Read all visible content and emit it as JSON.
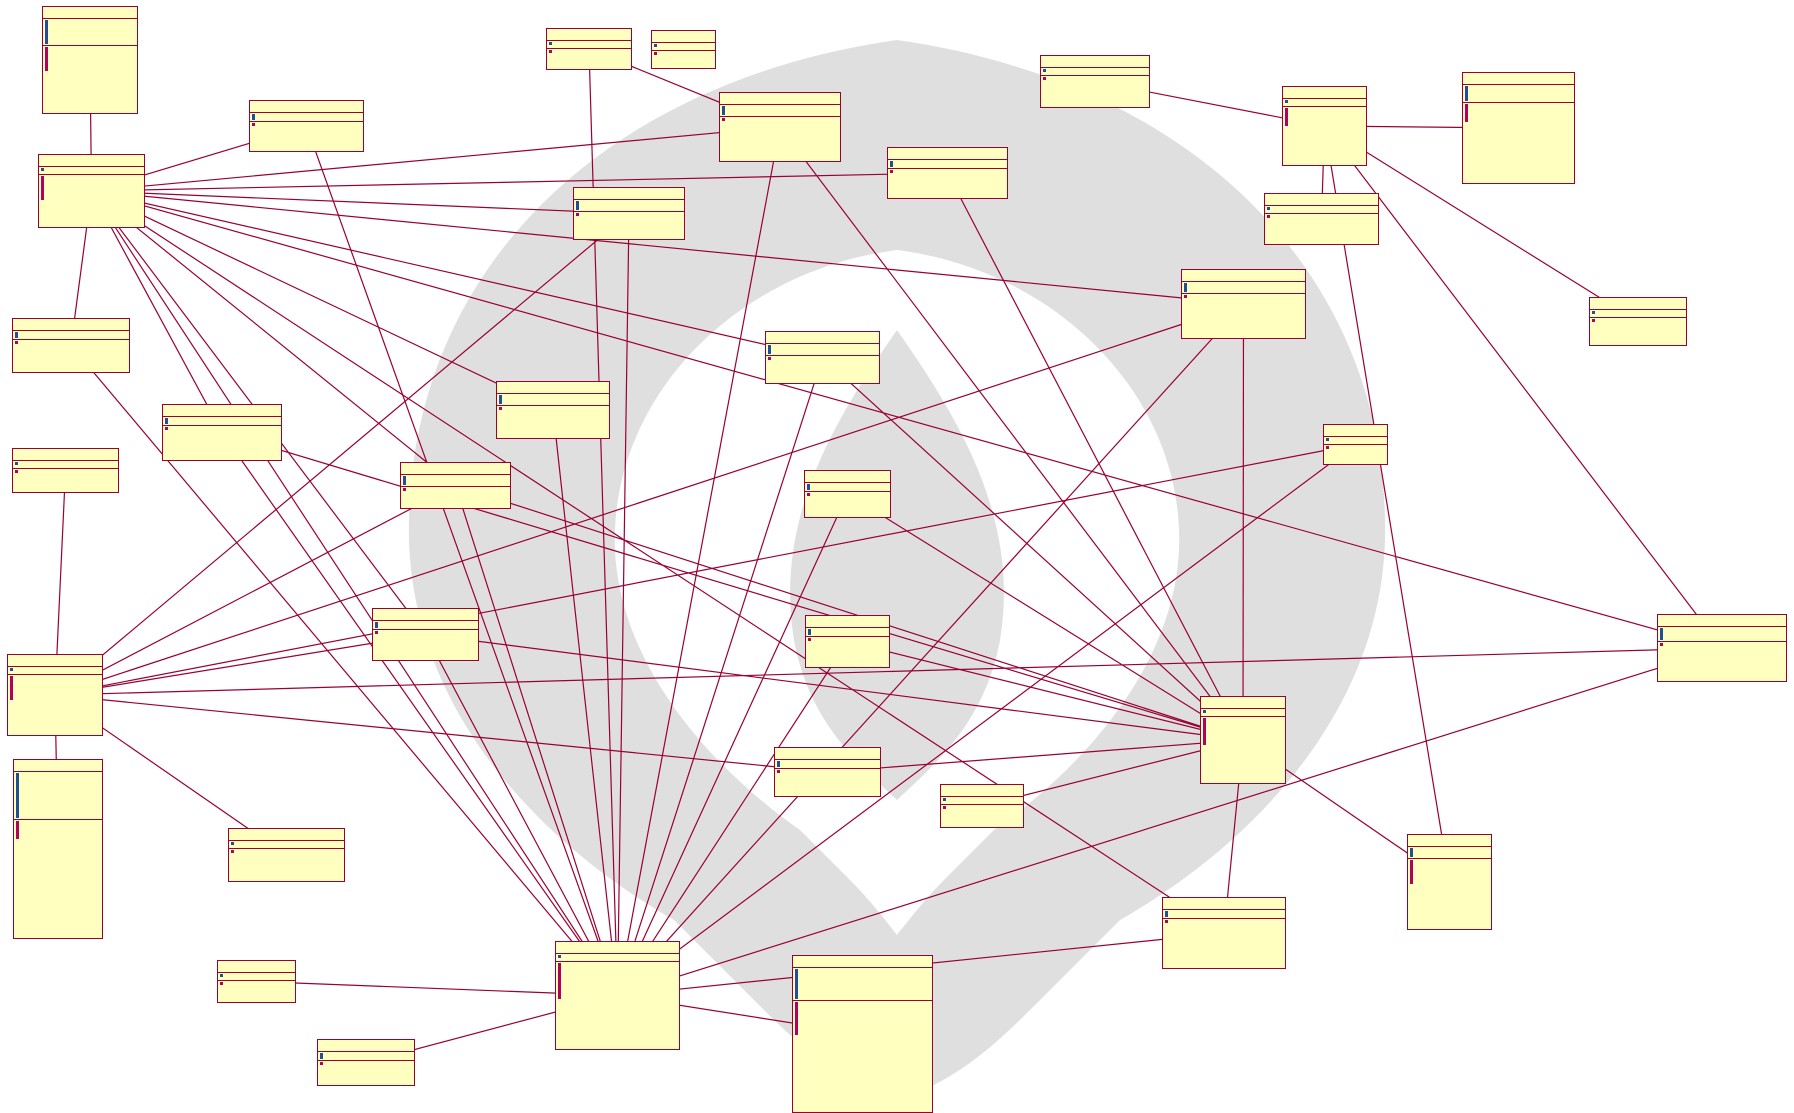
{
  "diagram": {
    "type": "uml-class-diagram",
    "colors": {
      "box_fill": "#ffffc0",
      "box_border": "#990033",
      "edge": "#990033",
      "field_icon": "#1e4f9c",
      "method_icon": "#b00060",
      "watermark": "#9a9a9a"
    },
    "watermark": {
      "text": "",
      "icon": "university-seal-icon"
    },
    "multiplicity": "",
    "classes": [
      {
        "id": "mahasiswa",
        "stereotype": "",
        "name": "",
        "attrs": [
          "",
          "",
          "",
          "",
          "",
          "",
          "",
          ""
        ],
        "methods": [
          "",
          "",
          "",
          "",
          "",
          "",
          "",
          ""
        ]
      },
      {
        "id": "mahasiswa-dao",
        "stereotype": "",
        "name": "",
        "attrs": [
          ""
        ],
        "methods": [
          "",
          "",
          "",
          "",
          "",
          "",
          "",
          ""
        ]
      },
      {
        "id": "mengganti-password",
        "stereotype": "",
        "name": "",
        "attrs": [
          "",
          ""
        ],
        "methods": [
          ""
        ]
      },
      {
        "id": "cek-mhs-pengajuan",
        "stereotype": "",
        "name": "",
        "attrs": [
          "",
          ""
        ],
        "methods": [
          ""
        ]
      },
      {
        "id": "cek-mhs-pengajuan-prodi",
        "stereotype": "",
        "name": "",
        "attrs": [
          "",
          ""
        ],
        "methods": [
          ""
        ]
      },
      {
        "id": "cek-status-pembatalan",
        "stereotype": "",
        "name": "",
        "attrs": [
          ""
        ],
        "methods": [
          ""
        ]
      },
      {
        "id": "pembatalan-dao",
        "stereotype": "",
        "name": "",
        "attrs": [
          ""
        ],
        "methods": [
          "",
          "",
          "",
          "",
          "",
          "",
          "",
          ""
        ]
      },
      {
        "id": "pembatalan",
        "stereotype": "",
        "name": "",
        "attrs": [
          "",
          "",
          "",
          "",
          "",
          "",
          "",
          "",
          "",
          "",
          "",
          "",
          "",
          "",
          ""
        ],
        "methods": [
          "",
          "",
          "",
          "",
          "",
          ""
        ]
      },
      {
        "id": "jenis-pembatalan",
        "stereotype": "",
        "name": "",
        "attrs": [
          ""
        ],
        "methods": [
          ""
        ]
      },
      {
        "id": "mahasiswa-ctrl",
        "stereotype": "",
        "name": "",
        "attrs": [
          ""
        ],
        "methods": [
          ""
        ]
      },
      {
        "id": "kuis-ctrl",
        "stereotype": "",
        "name": "",
        "attrs": [
          ""
        ],
        "methods": [
          ""
        ]
      },
      {
        "id": "pengajuan-ta-menu",
        "stereotype": "",
        "name": "",
        "attrs": [
          "",
          "",
          ""
        ],
        "methods": [
          ""
        ]
      },
      {
        "id": "menu",
        "stereotype": "",
        "name": "",
        "attrs": [
          "",
          ""
        ],
        "methods": [
          ""
        ]
      },
      {
        "id": "cek-mhs-pembatalan",
        "stereotype": "",
        "name": "",
        "attrs": [
          "",
          "",
          ""
        ],
        "methods": [
          ""
        ]
      },
      {
        "id": "cek-mhs-ta",
        "stereotype": "",
        "name": "",
        "attrs": [
          "",
          "",
          ""
        ],
        "methods": [
          ""
        ]
      },
      {
        "id": "cek-mhs-ta-prodi",
        "stereotype": "",
        "name": "",
        "attrs": [
          "",
          "",
          ""
        ],
        "methods": [
          ""
        ]
      },
      {
        "id": "verifikasi-pembatalan",
        "stereotype": "",
        "name": "",
        "attrs": [
          "",
          "",
          ""
        ],
        "methods": [
          ""
        ]
      },
      {
        "id": "penjadwalan-mhs-yudisium",
        "stereotype": "",
        "name": "",
        "attrs": [
          "",
          ""
        ],
        "methods": [
          ""
        ]
      },
      {
        "id": "cek-mhs-pembatalan-prodi",
        "stereotype": "",
        "name": "",
        "attrs": [
          "",
          ""
        ],
        "methods": [
          ""
        ]
      },
      {
        "id": "cek-status-ta",
        "stereotype": "",
        "name": "",
        "attrs": [
          "",
          ""
        ],
        "methods": [
          ""
        ]
      },
      {
        "id": "cek-mhs-pembatalan-ta",
        "stereotype": "",
        "name": "",
        "attrs": [
          "",
          ""
        ],
        "methods": [
          ""
        ]
      },
      {
        "id": "jadwal-dosen",
        "stereotype": "",
        "name": "",
        "attrs": [
          ""
        ],
        "methods": [
          ""
        ]
      },
      {
        "id": "ubah-detail-kategori",
        "stereotype": "",
        "name": "",
        "attrs": [
          ""
        ],
        "methods": [
          ""
        ]
      },
      {
        "id": "kategori-ctrl",
        "stereotype": "",
        "name": "",
        "attrs": [
          ""
        ],
        "methods": [
          "",
          "",
          "",
          "",
          "",
          ""
        ]
      },
      {
        "id": "kategori",
        "stereotype": "",
        "name": "",
        "attrs": [
          "",
          "",
          "",
          "",
          ""
        ],
        "methods": [
          "",
          "",
          "",
          "",
          "",
          ""
        ]
      },
      {
        "id": "cek-mhs-kategori",
        "stereotype": "",
        "name": "",
        "attrs": [
          ""
        ],
        "methods": [
          ""
        ]
      },
      {
        "id": "ubah-pembatalan-prodi",
        "stereotype": "",
        "name": "",
        "attrs": [
          "",
          "",
          ""
        ],
        "methods": [
          ""
        ]
      },
      {
        "id": "ubah-detail-kategori-dosen",
        "stereotype": "",
        "name": "",
        "attrs": [
          ""
        ],
        "methods": [
          ""
        ]
      },
      {
        "id": "isi-tanggal-batas",
        "stereotype": "",
        "name": "",
        "attrs": [
          ""
        ],
        "methods": [
          ""
        ]
      },
      {
        "id": "tambah-pembatalan",
        "stereotype": "",
        "name": "",
        "attrs": [
          "",
          "",
          "",
          ""
        ],
        "methods": [
          ""
        ]
      },
      {
        "id": "dosen-ctrl",
        "stereotype": "",
        "name": "",
        "attrs": [
          ""
        ],
        "methods": [
          "",
          "",
          "",
          "",
          "",
          "",
          "",
          "",
          ""
        ]
      },
      {
        "id": "dosen",
        "stereotype": "",
        "name": "",
        "attrs": [
          "",
          "",
          ""
        ],
        "methods": [
          "",
          "",
          "",
          "",
          "",
          "",
          "",
          ""
        ]
      },
      {
        "id": "ubah-pengajuan-ta",
        "stereotype": "",
        "name": "",
        "attrs": [
          "",
          ""
        ],
        "methods": [
          ""
        ]
      },
      {
        "id": "ta-dao",
        "stereotype": "",
        "name": "",
        "attrs": [
          ""
        ],
        "methods": [
          "",
          "",
          "",
          "",
          "",
          "",
          "",
          "",
          "",
          "",
          "",
          ""
        ]
      },
      {
        "id": "ta",
        "stereotype": "",
        "name": "",
        "attrs": [
          "",
          "",
          "",
          "",
          "",
          "",
          "",
          "",
          "",
          ""
        ],
        "methods": [
          "",
          "",
          "",
          "",
          "",
          "",
          "",
          "",
          "",
          "",
          ""
        ]
      },
      {
        "id": "ubah-ta-prodi",
        "stereotype": "",
        "name": "",
        "attrs": [
          ""
        ],
        "methods": [
          ""
        ]
      },
      {
        "id": "ubah-ta-pengajuan-prodi",
        "stereotype": "",
        "name": "",
        "attrs": [
          "",
          ""
        ],
        "methods": [
          ""
        ]
      }
    ]
  }
}
